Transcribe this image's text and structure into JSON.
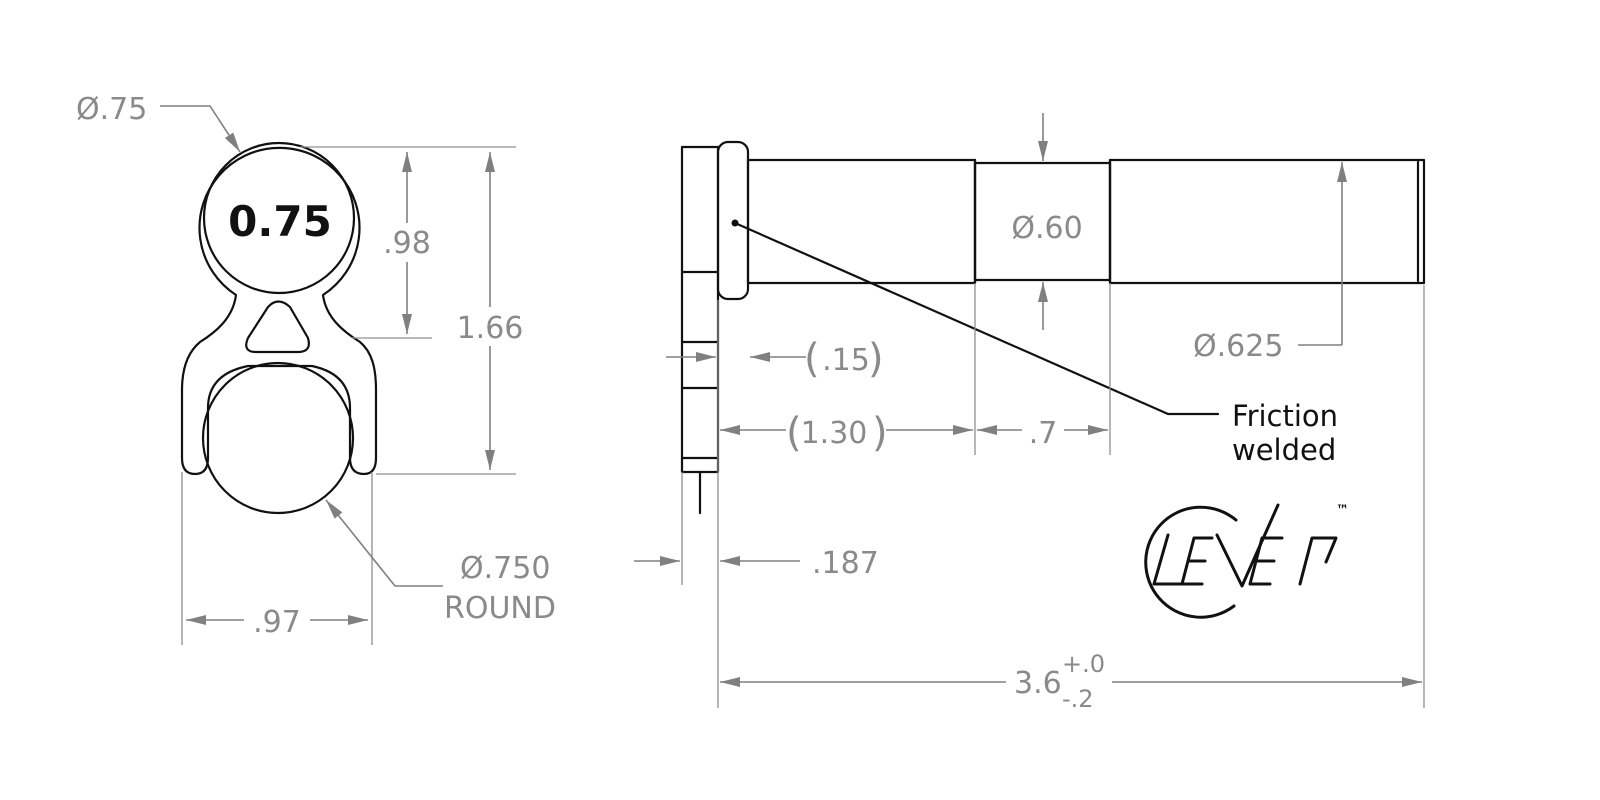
{
  "front_view": {
    "stamp_text": "0.75",
    "dims": {
      "head_diameter": "Ø.75",
      "head_height": ".98",
      "overall_height": "1.66",
      "width": ".97",
      "round_diameter": "Ø.750",
      "round_label": "ROUND"
    }
  },
  "side_view": {
    "dims": {
      "neck_diameter": "Ø.60",
      "shaft_diameter": "Ø.625",
      "collar_offset": ".15",
      "first_section": "1.30",
      "neck_length": ".7",
      "plate_thickness": ".187",
      "overall_length_nominal": "3.6",
      "overall_length_tol_plus": "+.0",
      "overall_length_tol_minus": "-.2"
    },
    "note_line1": "Friction",
    "note_line2": "welded"
  },
  "logo": {
    "trademark": "™"
  }
}
